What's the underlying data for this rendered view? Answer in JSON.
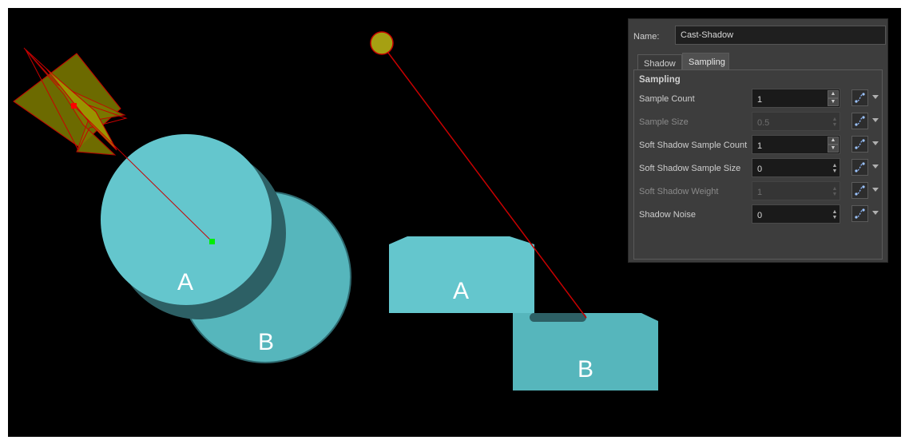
{
  "viewport": {
    "left_shapes": {
      "circle_a_label": "A",
      "circle_b_label": "B"
    },
    "right_shapes": {
      "box_a_label": "A",
      "box_b_label": "B"
    }
  },
  "panel": {
    "name_label": "Name:",
    "name_value": "Cast-Shadow",
    "tabs": [
      {
        "label": "Shadow",
        "active": false
      },
      {
        "label": "Sampling",
        "active": true
      }
    ],
    "section_title": "Sampling",
    "rows": [
      {
        "label": "Sample Count",
        "value": "1",
        "enabled": true,
        "control": "stepper"
      },
      {
        "label": "Sample Size",
        "value": "0.5",
        "enabled": false,
        "control": "spinner"
      },
      {
        "label": "Soft Shadow Sample Count",
        "value": "1",
        "enabled": true,
        "control": "stepper"
      },
      {
        "label": "Soft Shadow Sample Size",
        "value": "0",
        "enabled": true,
        "control": "spinner"
      },
      {
        "label": "Soft Shadow Weight",
        "value": "1",
        "enabled": false,
        "control": "spinner"
      },
      {
        "label": "Shadow Noise",
        "value": "0",
        "enabled": true,
        "control": "spinner"
      }
    ]
  },
  "icons": {
    "function_button": "function-curve-icon",
    "dropdown": "chevron-down-icon"
  },
  "colors": {
    "shape_light": "#64c6cd",
    "shape_dark": "#56b6bc",
    "shadow": "#2d6065",
    "light_gizmo": "#a6a012",
    "light_ray": "#c80000"
  }
}
